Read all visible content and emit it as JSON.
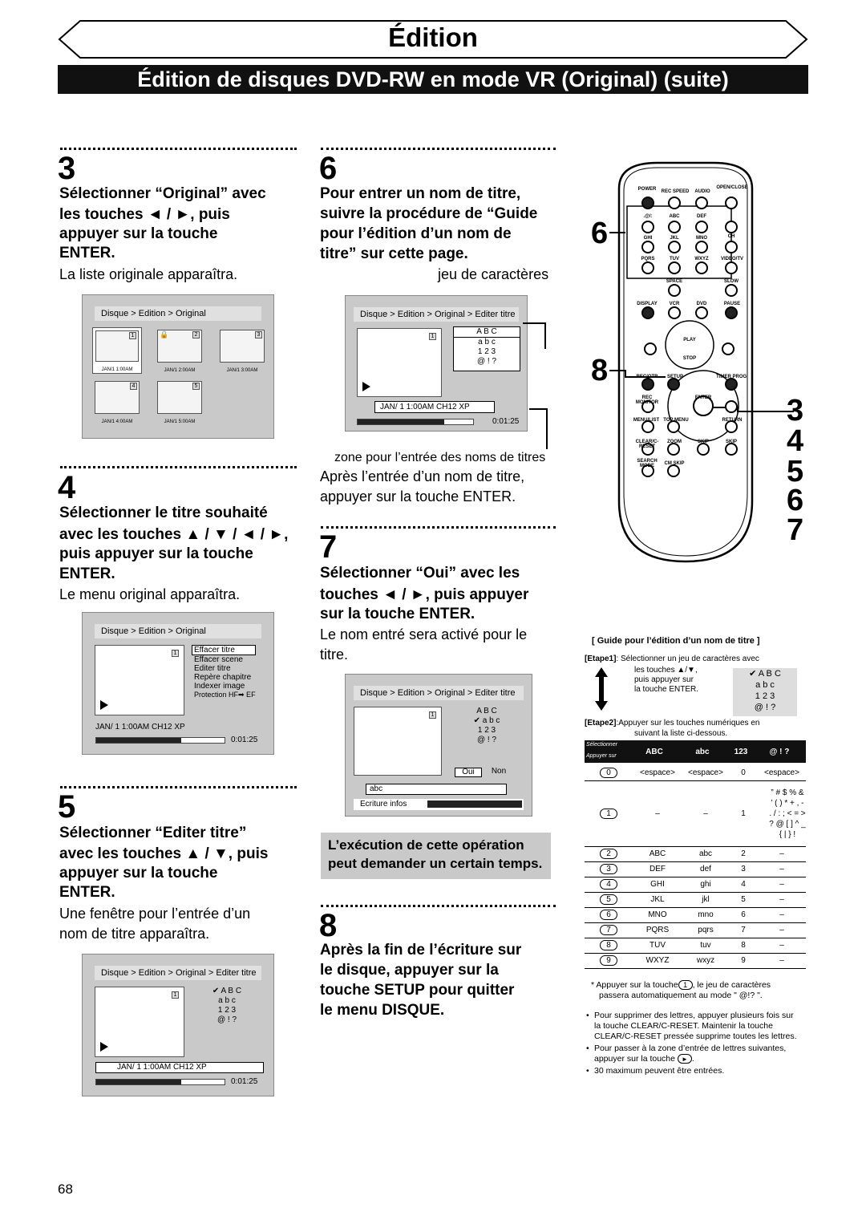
{
  "header": {
    "title": "Édition",
    "subtitle": "Édition de disques DVD-RW en mode VR (Original) (suite)"
  },
  "steps": {
    "s3": {
      "num": "3",
      "h1": "Sélectionner “Original” avec",
      "h2": "les touches ◄ / ►, puis",
      "h3": "appuyer sur la touche",
      "h4": "ENTER.",
      "body": "La liste originale apparaîtra."
    },
    "s4": {
      "num": "4",
      "h1": "Sélectionner le titre souhaité",
      "h2": "avec les touches ▲ / ▼ / ◄ / ►,",
      "h3": "puis appuyer sur la touche",
      "h4": "ENTER.",
      "body": "Le menu original apparaîtra."
    },
    "s5": {
      "num": "5",
      "h1": "Sélectionner “Editer titre”",
      "h2": "avec les touches ▲ / ▼, puis",
      "h3": "appuyer sur la touche",
      "h4": "ENTER.",
      "b1": "Une fenêtre pour l’entrée d’un",
      "b2": "nom de titre apparaîtra."
    },
    "s6": {
      "num": "6",
      "h1": "Pour entrer un nom de titre,",
      "h2": "suivre la procédure de “Guide",
      "h3": "pour l’édition d’un nom de",
      "h4": "titre” sur cette page.",
      "label_chars": "jeu de caractères",
      "label_zone": "zone pour l’entrée des noms de titres",
      "b1": "Après l’entrée d’un nom de titre,",
      "b2": "appuyer sur la touche ENTER."
    },
    "s7": {
      "num": "7",
      "h1": "Sélectionner “Oui” avec les",
      "h2": "touches ◄ / ►, puis appuyer",
      "h3": "sur la touche ENTER.",
      "b1": "Le nom entré sera activé pour le",
      "b2": "titre."
    },
    "note": {
      "l1": "L’exécution de cette opération",
      "l2": "peut demander un certain temps."
    },
    "s8": {
      "num": "8",
      "h1": "Après la fin de l’écriture sur",
      "h2": "le disque, appuyer sur la",
      "h3": "touche SETUP pour quitter",
      "h4": "le menu DISQUE."
    }
  },
  "osd": {
    "crumb_original": "Disque > Edition > Original",
    "crumb_editer": "Disque > Edition > Original > Editer titre",
    "thumbs": [
      {
        "n": "1",
        "t": "JAN/1   1:00AM"
      },
      {
        "n": "2",
        "t": "JAN/1   2:00AM"
      },
      {
        "n": "3",
        "t": "JAN/1   3:00AM"
      },
      {
        "n": "4",
        "t": "JAN/1   4:00AM"
      },
      {
        "n": "5",
        "t": "JAN/1   5:00AM"
      }
    ],
    "menu": [
      "Effacer titre",
      "Effacer scene",
      "Editer titre",
      "Repère chapitre",
      "Indexer image",
      "Protection HF➡ EF"
    ],
    "info": "JAN/ 1   1:00AM   CH12    XP",
    "time": "0:01:25",
    "chars": [
      "A B C",
      "a b c",
      "1 2 3",
      "@ ! ?"
    ],
    "oui": "Oui",
    "non": "Non",
    "entry": "abc",
    "ecriture": "Ecriture infos"
  },
  "guide": {
    "title": "[ Guide pour l’édition d’un nom de titre ]",
    "etape1_tag": "[Etape1]",
    "etape1_text": ": Sélectionner un jeu de caractères avec",
    "etape1_b": "les touches ▲/▼,",
    "etape1_c": "puis appuyer sur",
    "etape1_d": "la touche ENTER.",
    "etape2_tag": "[Etape2]",
    "etape2_text": ":Appuyer sur les touches numériques en",
    "etape2_b": "suivant la liste ci-dessous.",
    "corner_sel": "Sélectionner",
    "corner_app": "Appuyer sur",
    "cols": [
      "ABC",
      "abc",
      "123",
      "@ ! ?"
    ],
    "rows": [
      {
        "k": "0",
        "a": "<espace>",
        "b": "<espace>",
        "c": "0",
        "d": "<espace>"
      },
      {
        "k": "1",
        "a": "–",
        "b": "–",
        "c": "1",
        "d": "” # $ %  & ’ ( ) *  + , - . / : ;  < = > ?  @ [ ] ^  _ { | } !"
      },
      {
        "k": "2",
        "a": "ABC",
        "b": "abc",
        "c": "2",
        "d": "–"
      },
      {
        "k": "3",
        "a": "DEF",
        "b": "def",
        "c": "3",
        "d": "–"
      },
      {
        "k": "4",
        "a": "GHI",
        "b": "ghi",
        "c": "4",
        "d": "–"
      },
      {
        "k": "5",
        "a": "JKL",
        "b": "jkl",
        "c": "5",
        "d": "–"
      },
      {
        "k": "6",
        "a": "MNO",
        "b": "mno",
        "c": "6",
        "d": "–"
      },
      {
        "k": "7",
        "a": "PQRS",
        "b": "pqrs",
        "c": "7",
        "d": "–"
      },
      {
        "k": "8",
        "a": "TUV",
        "b": "tuv",
        "c": "8",
        "d": "–"
      },
      {
        "k": "9",
        "a": "WXYZ",
        "b": "wxyz",
        "c": "9",
        "d": "–"
      }
    ],
    "foot1a": "* Appuyer sur la touche",
    "foot1b": ", le jeu de caractères",
    "foot1c": "passera automatiquement au mode \" @!? \".",
    "b1": "Pour supprimer des lettres, appuyer plusieurs fois sur la touche CLEAR/C-RESET. Maintenir la touche CLEAR/C-RESET pressée supprime toutes les lettres.",
    "b2a": "Pour passer à la zone d’entrée de lettres suivantes, appuyer sur la touche",
    "b3": "30 maximum peuvent être entrées."
  },
  "remote": {
    "labels": [
      "POWER",
      "REC SPEED",
      "AUDIO",
      "OPEN/CLOSE",
      ".@/:",
      "ABC",
      "DEF",
      "GHI",
      "JKL",
      "MNO",
      "CH",
      "PQRS",
      "TUV",
      "WXYZ",
      "VIDEO/TV",
      "SPACE",
      "SLOW",
      "DISPLAY",
      "VCR",
      "DVD",
      "PAUSE",
      "PLAY",
      "STOP",
      "REC/OTR",
      "SETUP",
      "TIMER PROG.",
      "REC MONITOR",
      "ENTER",
      "MENU/LIST",
      "TOP MENU",
      "RETURN",
      "CLEAR/C-RESET",
      "ZOOM",
      "SKIP",
      "SKIP",
      "SEARCH MODE",
      "CM SKIP"
    ],
    "callouts_left": [
      "6",
      "8"
    ],
    "callouts_right": [
      "3",
      "4",
      "5",
      "6",
      "7"
    ]
  },
  "page_number": "68"
}
